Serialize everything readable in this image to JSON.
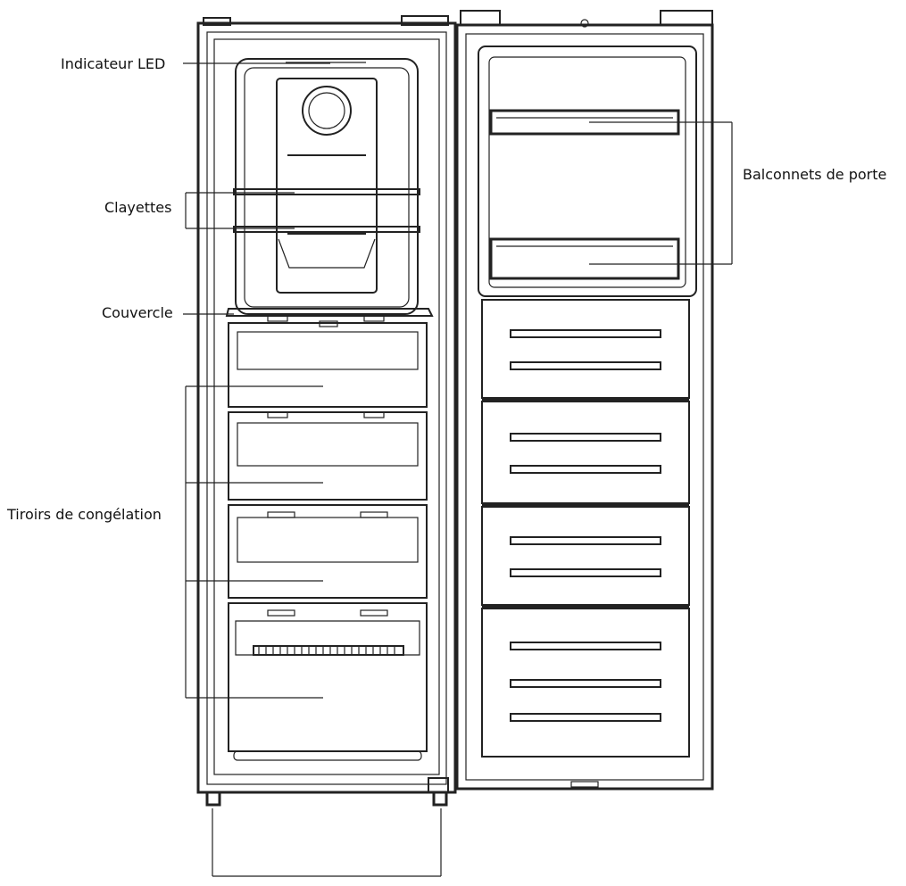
{
  "labels": {
    "led": "Indicateur LED",
    "shelves": "Clayettes",
    "lid": "Couvercle",
    "drawers": "Tiroirs de congélation",
    "door_balconies": "Balconnets de porte"
  }
}
